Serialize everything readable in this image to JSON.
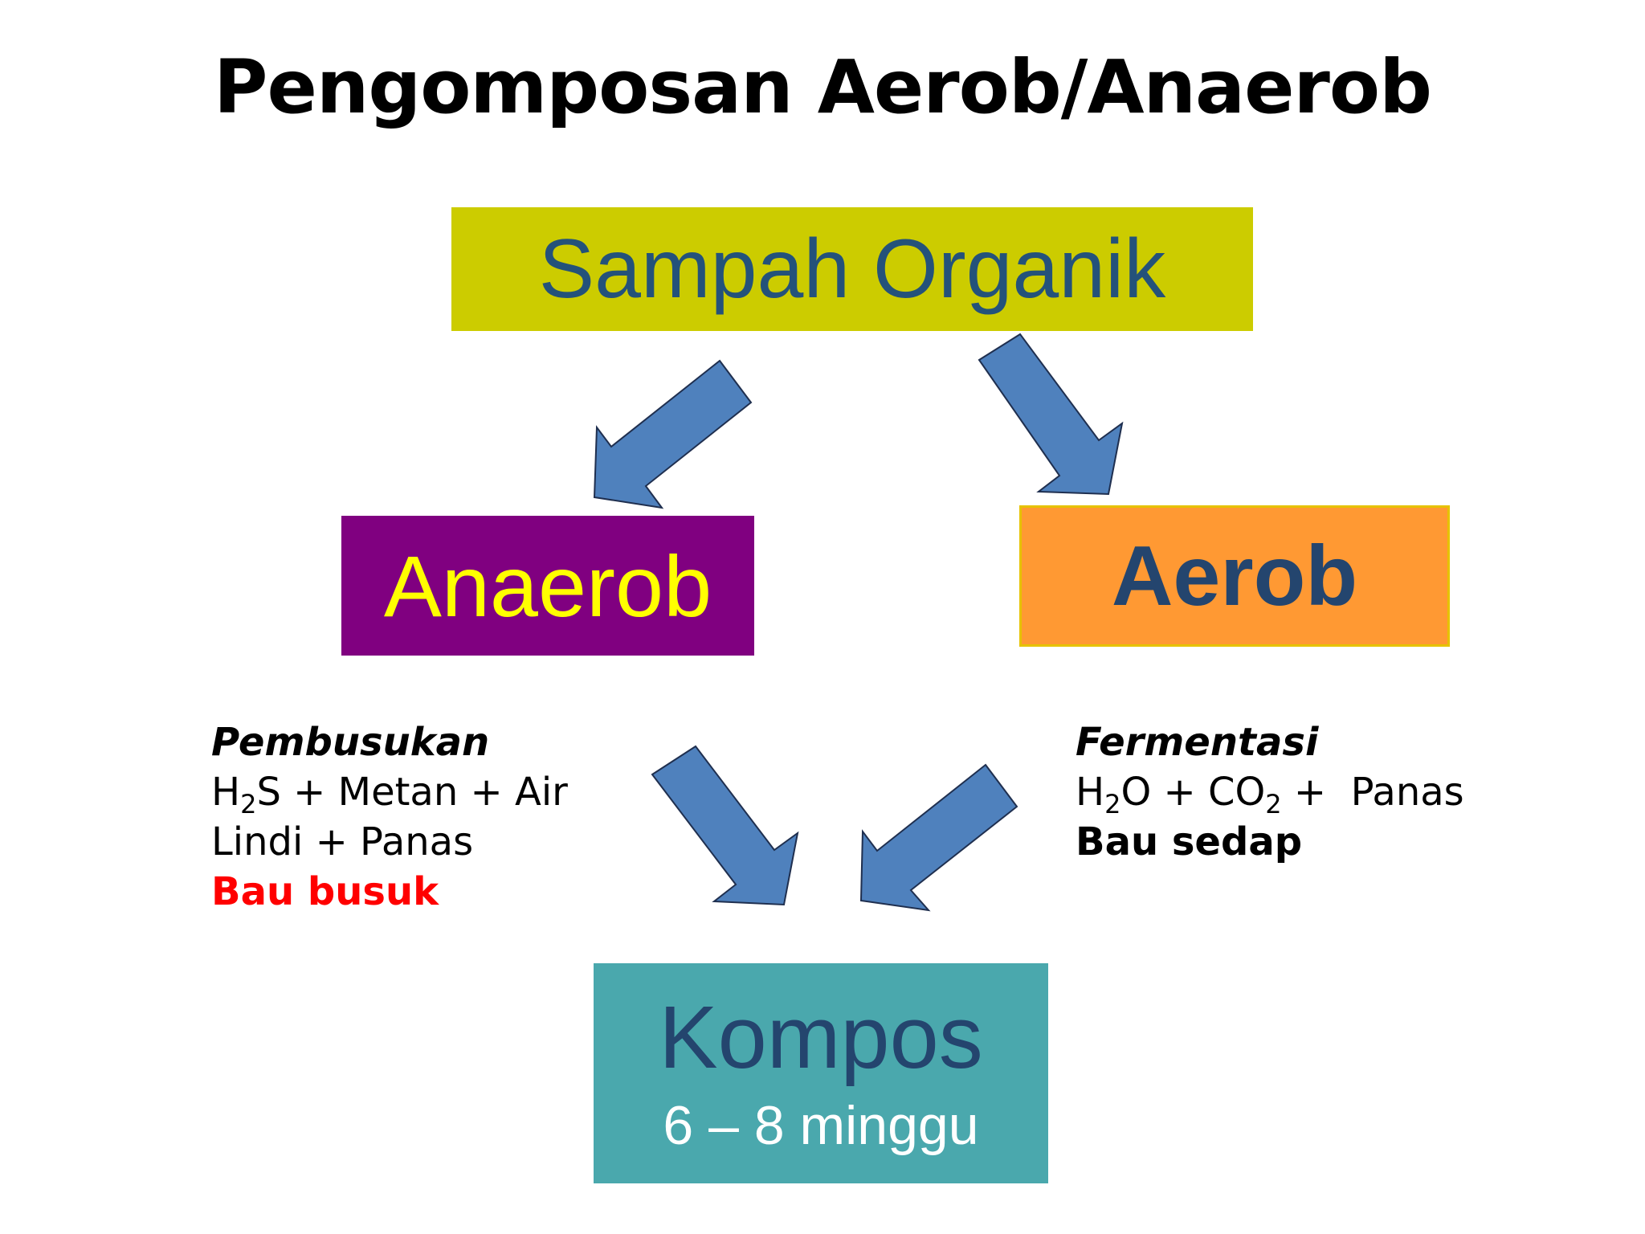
{
  "title": "Pengomposan Aerob/Anaerob",
  "nodes": {
    "sampah": "Sampah Organik",
    "anaerob": "Anaerob",
    "aerob": "Aerob",
    "kompos": {
      "label": "Kompos",
      "duration": "6 – 8 minggu"
    }
  },
  "anaerob_notes": {
    "heading": "Pembusukan",
    "line1": {
      "a": "H",
      "sub": "2",
      "b": "S + Metan + Air"
    },
    "line2": "Lindi + Panas",
    "smell": "Bau busuk"
  },
  "aerob_notes": {
    "heading": "Fermentasi",
    "line1": {
      "a": "H",
      "sub1": "2",
      "b": "O + CO",
      "sub2": "2",
      "c": " +  Panas"
    },
    "smell": "Bau sedap"
  },
  "colors": {
    "sampah_bg": "#cccc00",
    "anaerob_bg": "#800080",
    "aerob_bg": "#ff9933",
    "kompos_bg": "#4aa8ad",
    "arrow": "#4f81bd",
    "bad_smell": "#ff0000"
  }
}
